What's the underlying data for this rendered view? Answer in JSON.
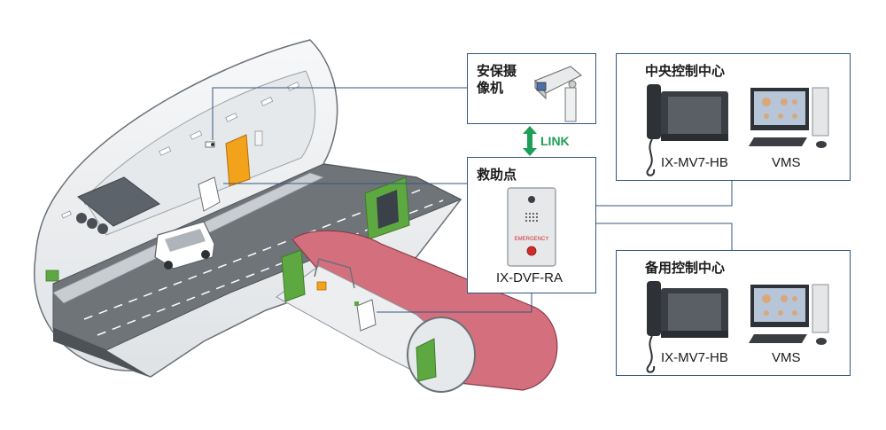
{
  "colors": {
    "frame": "#36557e",
    "link_green": "#1f9e57",
    "tunnel_wall": "#eef0f2",
    "road": "#6f7479",
    "cross_passage_wall": "#d4707e",
    "door_green": "#5ea842",
    "door_orange": "#f2a21b"
  },
  "camera_box": {
    "title_line1": "安保摄",
    "title_line2": "像机",
    "icon": "security-camera-icon"
  },
  "link": {
    "label": "LINK",
    "icon": "bidirectional-arrow-icon"
  },
  "help_point_box": {
    "title": "救助点",
    "device_label": "IX-DVF-RA",
    "panel_button_text": "EMERGENCY"
  },
  "central_center": {
    "title": "中央控制中心",
    "devices": [
      {
        "label": "IX-MV7-HB",
        "icon": "master-station-icon"
      },
      {
        "label": "VMS",
        "icon": "desktop-computer-icon"
      }
    ]
  },
  "backup_center": {
    "title": "备用控制中心",
    "devices": [
      {
        "label": "IX-MV7-HB",
        "icon": "master-station-icon"
      },
      {
        "label": "VMS",
        "icon": "desktop-computer-icon"
      }
    ]
  }
}
